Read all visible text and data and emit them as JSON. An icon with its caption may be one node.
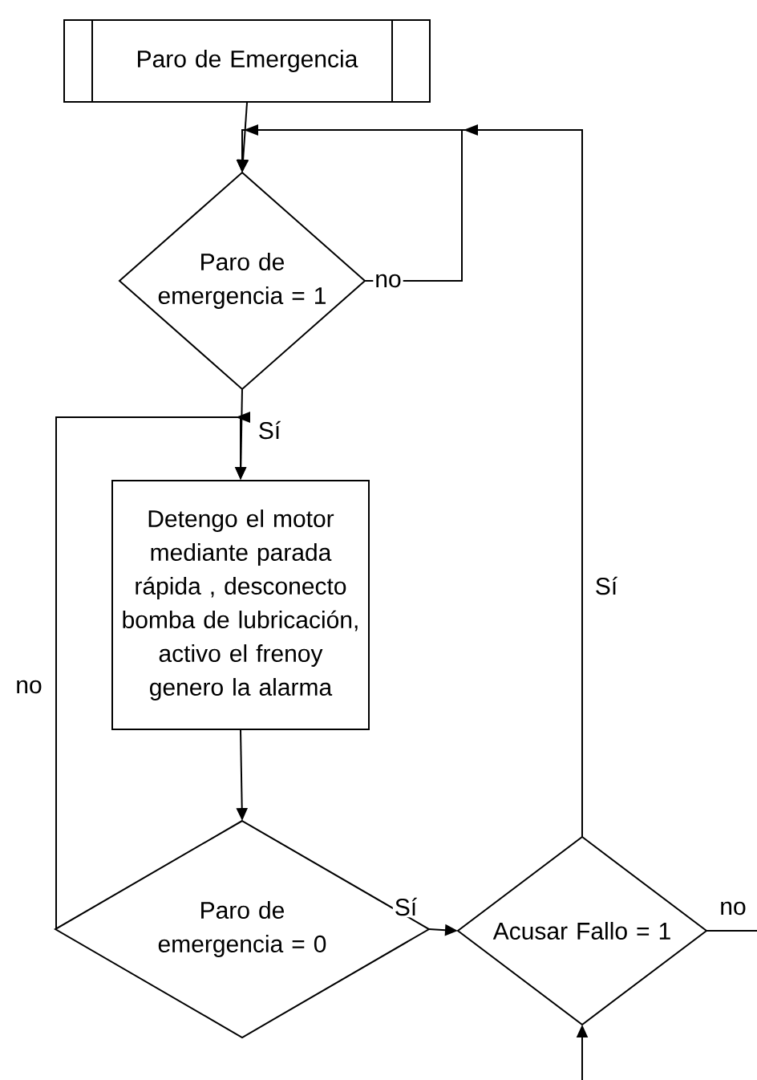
{
  "diagram": {
    "nodes": [
      {
        "text": [
          "Paro de Emergencia"
        ]
      },
      {
        "text": [
          "Paro de emergencia = 1"
        ]
      },
      {
        "text": [
          "Detengo el motor mediante parada rápida , desconecto bomba de lubricación, activo el frenoy genero la alarma"
        ]
      },
      {
        "text": [
          "Paro de emergencia = 0"
        ]
      },
      {
        "text": [
          "Acusar Fallo = 1"
        ]
      }
    ],
    "edges": [
      {
        "from": 0,
        "to": 1,
        "arrow": "to"
      },
      {
        "from": 1,
        "to": 1,
        "arrow": "to",
        "label": "no"
      },
      {
        "from": 1,
        "to": 2,
        "arrow": "to",
        "label": "Sí"
      },
      {
        "from": 2,
        "to": 3,
        "arrow": "to"
      },
      {
        "from": 3,
        "to": 2,
        "arrow": "to",
        "label": "no"
      },
      {
        "from": 3,
        "to": 4,
        "arrow": "to",
        "label": "Sí"
      },
      {
        "from": 4,
        "to": 1,
        "arrow": "to",
        "label": "Sí"
      },
      {
        "from": 4,
        "to": null,
        "arrow": "none",
        "label": "no"
      },
      {
        "from": null,
        "to": 4,
        "arrow": "to"
      }
    ]
  }
}
